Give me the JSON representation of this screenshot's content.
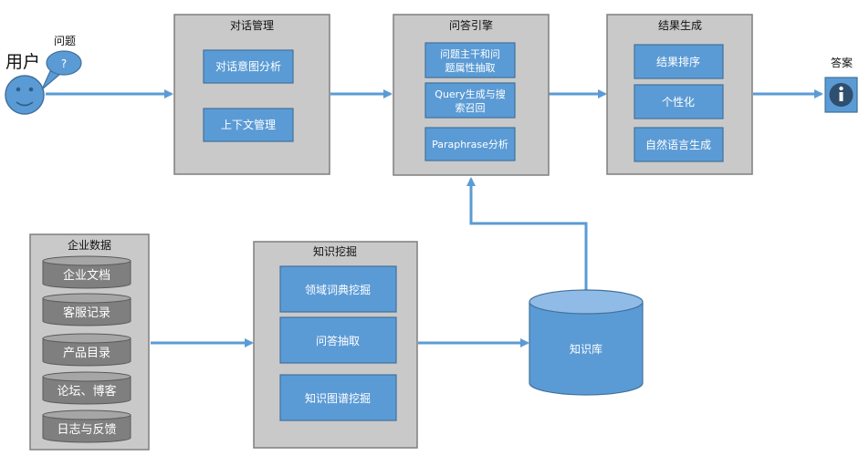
{
  "user": {
    "label": "用户",
    "question_label": "问题",
    "bubble_mark": "?"
  },
  "answer": {
    "label": "答案",
    "icon": "info-icon"
  },
  "dialog_mgmt": {
    "title": "对话管理",
    "items": [
      "对话意图分析",
      "上下文管理"
    ]
  },
  "qa_engine": {
    "title": "问答引擎",
    "items": [
      [
        "问题主干和问",
        "题属性抽取"
      ],
      [
        "Query生成与搜",
        "索召回"
      ],
      [
        "Paraphrase分析"
      ]
    ]
  },
  "result_gen": {
    "title": "结果生成",
    "items": [
      "结果排序",
      "个性化",
      "自然语言生成"
    ]
  },
  "enterprise_data": {
    "title": "企业数据",
    "items": [
      "企业文档",
      "客服记录",
      "产品目录",
      "论坛、博客",
      "日志与反馈"
    ]
  },
  "knowledge_mining": {
    "title": "知识挖掘",
    "items": [
      "领域词典挖掘",
      "问答抽取",
      "知识图谱挖掘"
    ]
  },
  "knowledge_base": {
    "label": "知识库"
  },
  "colors": {
    "panel": "#c9c9c9",
    "panel_border": "#7f7f7f",
    "box": "#5b9bd5",
    "box_border": "#41719c",
    "arrow": "#5b9bd5",
    "disk": "#7f7f7f"
  }
}
